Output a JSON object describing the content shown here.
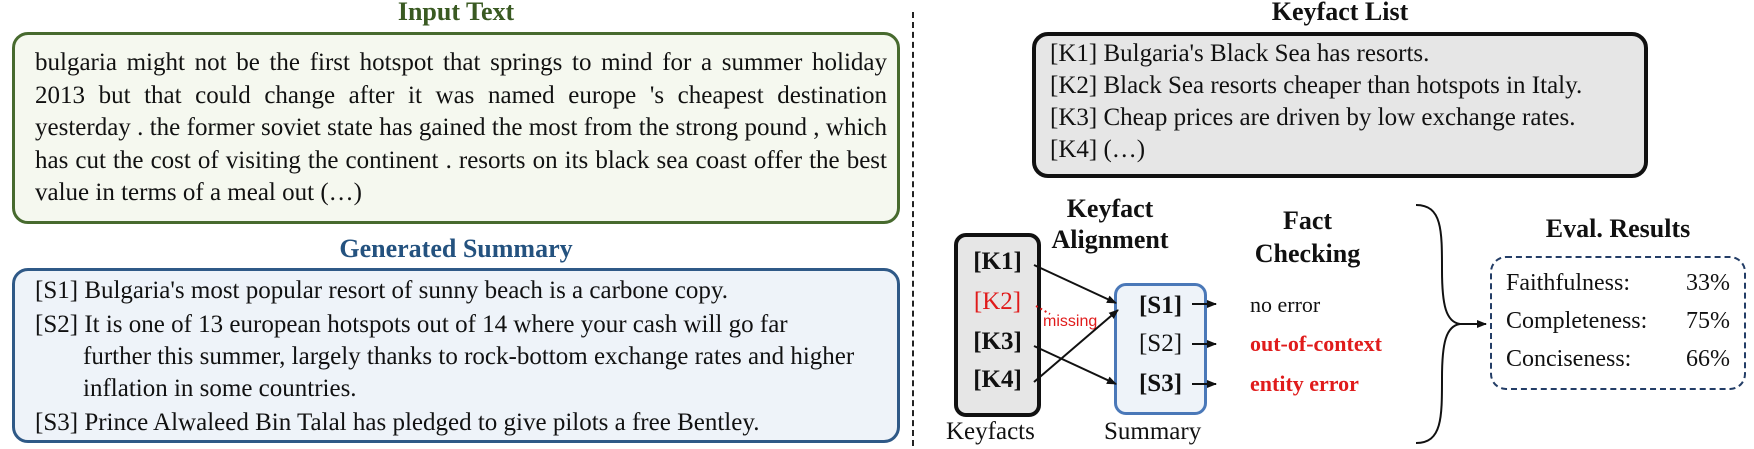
{
  "input": {
    "title": "Input Text",
    "text": "bulgaria might not be the first hotspot that springs to mind for a summer holiday 2013 but that could change after it was named europe 's cheapest destination yesterday . the former soviet state has gained the most from the strong pound , which has cut the cost of visiting the continent . resorts on its black sea coast offer the best value in terms of a meal out (…)"
  },
  "summary": {
    "title": "Generated Summary",
    "sentences": [
      {
        "id": "[S1]",
        "text": "Bulgaria's most popular resort of sunny beach is a carbone copy."
      },
      {
        "id": "[S2]",
        "text": "It is one of 13 european hotspots out of 14 where your cash will go far",
        "cont": "further this summer, largely thanks to rock-bottom exchange rates and higher inflation in some countries."
      },
      {
        "id": "[S3]",
        "text": "Prince Alwaleed Bin Talal has pledged to give pilots a free Bentley."
      }
    ]
  },
  "keyfact_list": {
    "title": "Keyfact List",
    "items": [
      "[K1] Bulgaria's Black Sea has resorts.",
      "[K2] Black Sea resorts cheaper than hotspots in Italy.",
      "[K3] Cheap prices are driven by low exchange rates.",
      "[K4] (…)"
    ]
  },
  "alignment": {
    "title_line1": "Keyfact",
    "title_line2": "Alignment",
    "keyfacts": [
      "[K1]",
      "[K2]",
      "[K3]",
      "[K4]"
    ],
    "keyfacts_label": "Keyfacts",
    "summary_items": [
      "[S1]",
      "[S2]",
      "[S3]"
    ],
    "summary_label": "Summary",
    "missing_label": "missing"
  },
  "fact_checking": {
    "title_line1": "Fact",
    "title_line2": "Checking",
    "results": [
      "no error",
      "out-of-context",
      "entity error"
    ]
  },
  "eval_results": {
    "title": "Eval. Results",
    "metrics": [
      {
        "name": "Faithfulness:",
        "value": "33%"
      },
      {
        "name": "Completeness:",
        "value": "75%"
      },
      {
        "name": "Conciseness:",
        "value": "66%"
      }
    ]
  },
  "colors": {
    "green_border": "#476a2e",
    "blue_border": "#2f5987",
    "error_red": "#e01b1b"
  }
}
